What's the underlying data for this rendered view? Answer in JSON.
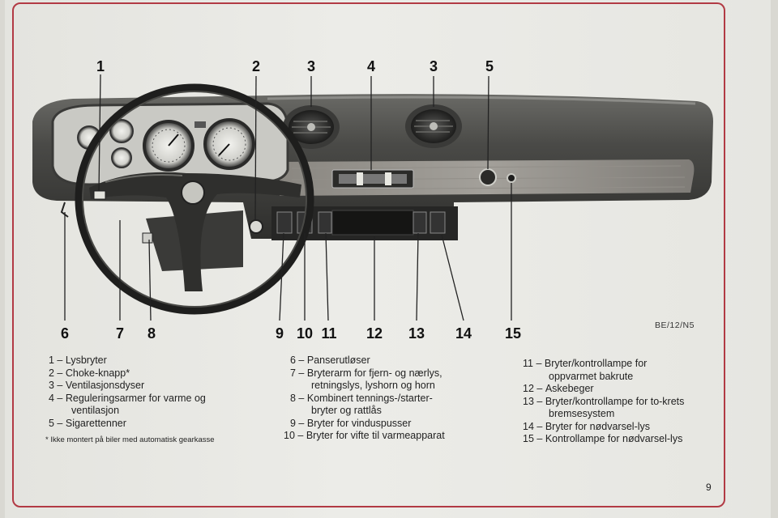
{
  "callouts": {
    "n1": "1",
    "n2": "2",
    "n3a": "3",
    "n4": "4",
    "n3b": "3",
    "n5": "5",
    "n6": "6",
    "n7": "7",
    "n8": "8",
    "n9": "9",
    "n10": "10",
    "n11": "11",
    "n12": "12",
    "n13": "13",
    "n14": "14",
    "n15": "15"
  },
  "figure_code": "BE/12/N5",
  "legend_left": [
    {
      "k": "1 – ",
      "v": "Lysbryter"
    },
    {
      "k": "2 – ",
      "v": "Choke-knapp*"
    },
    {
      "k": "3 – ",
      "v": "Ventilasjonsdyser"
    },
    {
      "k": "4 – ",
      "v": "Reguleringsarmer for varme og"
    },
    {
      "k": "",
      "v": "ventilasjon"
    },
    {
      "k": "5 – ",
      "v": "Sigarettenner"
    }
  ],
  "footnote": "* Ikke montert på biler med automatisk gearkasse",
  "legend_mid": [
    {
      "k": "6 – ",
      "v": "Panserutløser"
    },
    {
      "k": "7 – ",
      "v": "Bryterarm for fjern- og nærlys,"
    },
    {
      "k": "",
      "v": "retningslys, lyshorn og horn"
    },
    {
      "k": "8 – ",
      "v": "Kombinert tennings-/starter-"
    },
    {
      "k": "",
      "v": "bryter og rattlås"
    },
    {
      "k": "9 – ",
      "v": "Bryter for vinduspusser"
    },
    {
      "k": "10 – ",
      "v": "Bryter for vifte til varmeapparat"
    }
  ],
  "legend_right": [
    {
      "k": "11 – ",
      "v": "Bryter/kontrollampe for"
    },
    {
      "k": "",
      "v": "oppvarmet bakrute"
    },
    {
      "k": "12 – ",
      "v": "Askebeger"
    },
    {
      "k": "13 – ",
      "v": "Bryter/kontrollampe for to-krets"
    },
    {
      "k": "",
      "v": "bremsesystem"
    },
    {
      "k": "14 – ",
      "v": "Bryter for nødvarsel-lys"
    },
    {
      "k": "15 – ",
      "v": "Kontrollampe for nødvarsel-lys"
    }
  ],
  "page_number": "9"
}
